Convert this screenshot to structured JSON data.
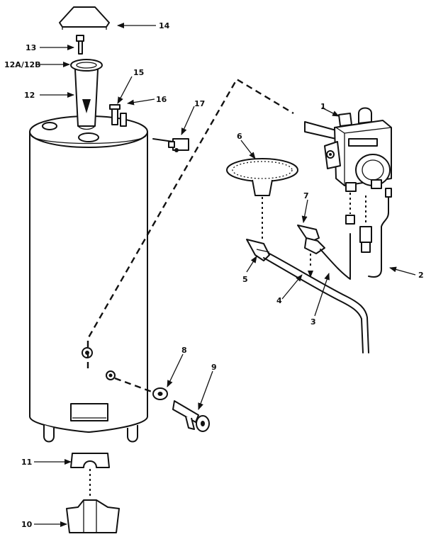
{
  "callouts": {
    "c1": "1",
    "c2": "2",
    "c3": "3",
    "c4": "4",
    "c5": "5",
    "c6": "6",
    "c7": "7",
    "c8": "8",
    "c9": "9",
    "c10": "10",
    "c11": "11",
    "c12": "12",
    "c12ab": "12A/12B",
    "c13": "13",
    "c14": "14",
    "c15": "15",
    "c16": "16",
    "c17": "17"
  }
}
